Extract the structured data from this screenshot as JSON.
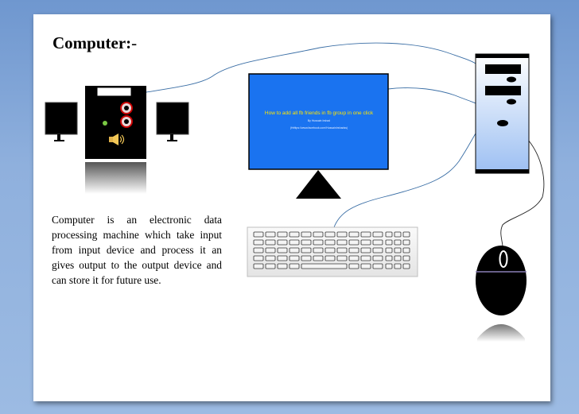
{
  "slide": {
    "title": "Computer:",
    "title_suffix": "-",
    "description": "Computer is an electronic data processing machine which take input from input device and process it an gives output to the output device and can store it for future use."
  },
  "monitor": {
    "screen_heading": "How to add all fb friends in fb group in one click",
    "screen_byline": "By Hussain Irshad",
    "screen_link": "(Hrittps://www.facebook.com/HussainIrshadss)"
  },
  "icons": [
    "speaker-icon",
    "volume-icon",
    "monitor-icon",
    "keyboard-icon",
    "cpu-tower-icon",
    "mouse-icon"
  ],
  "colors": {
    "background": "#7fa3d8",
    "screen": "#1a73f0",
    "cable": "#3a6ea5",
    "tower": "#a9c8f5"
  }
}
